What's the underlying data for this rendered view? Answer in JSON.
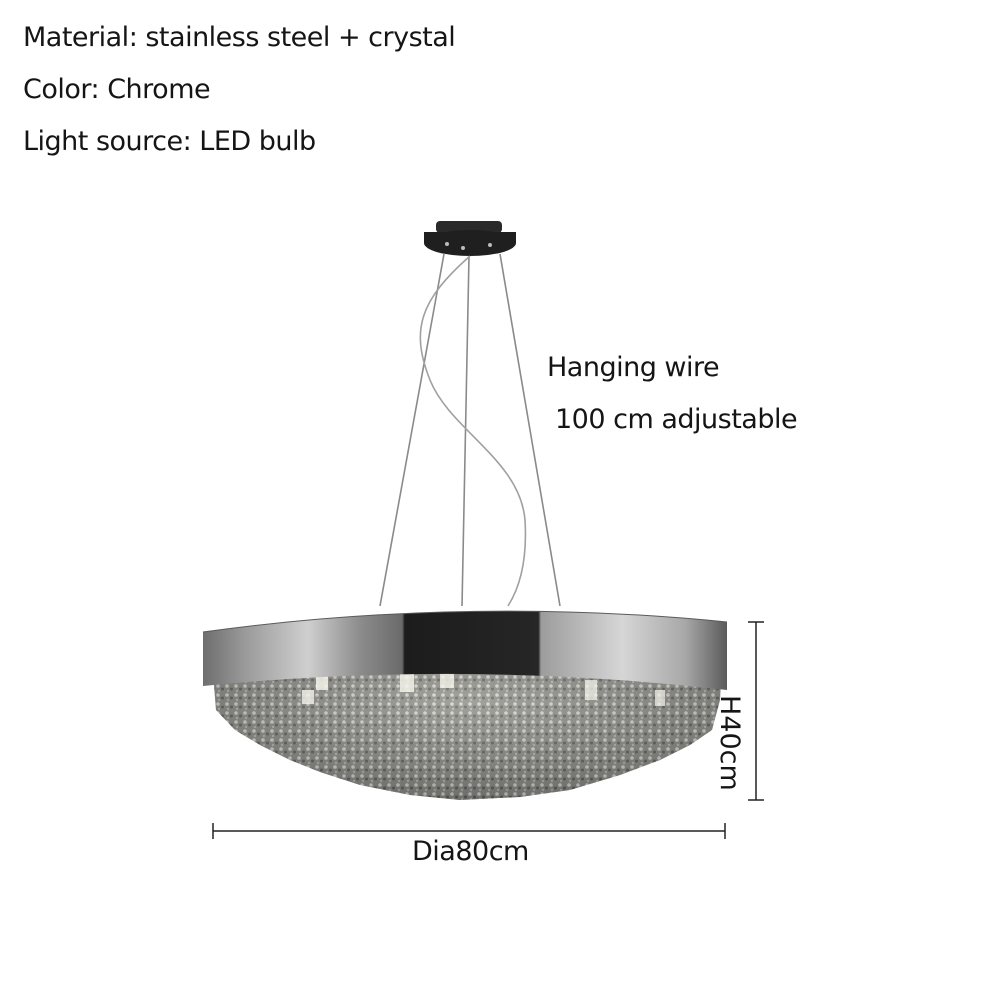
{
  "specs": {
    "material": "Material: stainless steel + crystal",
    "color": "Color: Chrome",
    "light_source": "Light source: LED bulb"
  },
  "wire": {
    "line1": "Hanging wire",
    "line2": "100 cm adjustable"
  },
  "dimensions": {
    "height": "H40cm",
    "diameter": "Dia80cm"
  },
  "colors": {
    "text": "#151515",
    "chrome_light": "#c8c8c8",
    "chrome_dark": "#1e1e1e",
    "canopy": "#202020",
    "wire": "#8a8a8a"
  }
}
